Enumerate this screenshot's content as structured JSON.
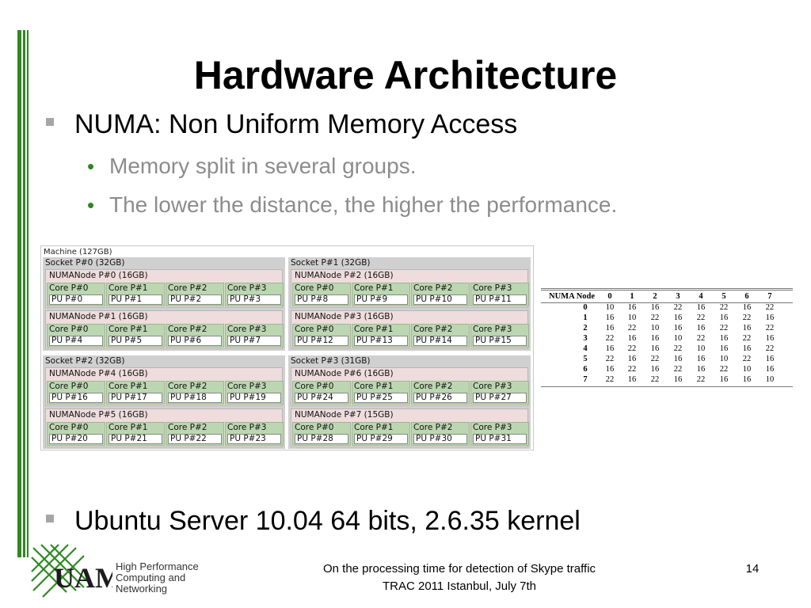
{
  "slide": {
    "title": "Hardware Architecture",
    "bullets": [
      {
        "text": "NUMA: Non Uniform Memory Access",
        "sub": [
          "Memory split in several groups.",
          "The lower the distance, the higher the performance."
        ]
      },
      {
        "text": "Ubuntu Server 10.04 64 bits, 2.6.35 kernel"
      }
    ],
    "accent_color": "#2c8a1f",
    "bullet_marker_color": "#a6a6a6",
    "subbullet_text_color": "#8c8c8c"
  },
  "topology": {
    "machine_label": "Machine (127GB)",
    "sockets": [
      {
        "label": "Socket P#0 (32GB)",
        "numa_nodes": [
          {
            "label": "NUMANode P#0 (16GB)",
            "cores": [
              {
                "core": "Core P#0",
                "pu": "PU P#0"
              },
              {
                "core": "Core P#1",
                "pu": "PU P#1"
              },
              {
                "core": "Core P#2",
                "pu": "PU P#2"
              },
              {
                "core": "Core P#3",
                "pu": "PU P#3"
              }
            ]
          },
          {
            "label": "NUMANode P#1 (16GB)",
            "cores": [
              {
                "core": "Core P#0",
                "pu": "PU P#4"
              },
              {
                "core": "Core P#1",
                "pu": "PU P#5"
              },
              {
                "core": "Core P#2",
                "pu": "PU P#6"
              },
              {
                "core": "Core P#3",
                "pu": "PU P#7"
              }
            ]
          }
        ]
      },
      {
        "label": "Socket P#1 (32GB)",
        "numa_nodes": [
          {
            "label": "NUMANode P#2 (16GB)",
            "cores": [
              {
                "core": "Core P#0",
                "pu": "PU P#8"
              },
              {
                "core": "Core P#1",
                "pu": "PU P#9"
              },
              {
                "core": "Core P#2",
                "pu": "PU P#10"
              },
              {
                "core": "Core P#3",
                "pu": "PU P#11"
              }
            ]
          },
          {
            "label": "NUMANode P#3 (16GB)",
            "cores": [
              {
                "core": "Core P#0",
                "pu": "PU P#12"
              },
              {
                "core": "Core P#1",
                "pu": "PU P#13"
              },
              {
                "core": "Core P#2",
                "pu": "PU P#14"
              },
              {
                "core": "Core P#3",
                "pu": "PU P#15"
              }
            ]
          }
        ]
      },
      {
        "label": "Socket P#2 (32GB)",
        "numa_nodes": [
          {
            "label": "NUMANode P#4 (16GB)",
            "cores": [
              {
                "core": "Core P#0",
                "pu": "PU P#16"
              },
              {
                "core": "Core P#1",
                "pu": "PU P#17"
              },
              {
                "core": "Core P#2",
                "pu": "PU P#18"
              },
              {
                "core": "Core P#3",
                "pu": "PU P#19"
              }
            ]
          },
          {
            "label": "NUMANode P#5 (16GB)",
            "cores": [
              {
                "core": "Core P#0",
                "pu": "PU P#20"
              },
              {
                "core": "Core P#1",
                "pu": "PU P#21"
              },
              {
                "core": "Core P#2",
                "pu": "PU P#22"
              },
              {
                "core": "Core P#3",
                "pu": "PU P#23"
              }
            ]
          }
        ]
      },
      {
        "label": "Socket P#3 (31GB)",
        "numa_nodes": [
          {
            "label": "NUMANode P#6 (16GB)",
            "cores": [
              {
                "core": "Core P#0",
                "pu": "PU P#24"
              },
              {
                "core": "Core P#1",
                "pu": "PU P#25"
              },
              {
                "core": "Core P#2",
                "pu": "PU P#26"
              },
              {
                "core": "Core P#3",
                "pu": "PU P#27"
              }
            ]
          },
          {
            "label": "NUMANode P#7 (15GB)",
            "cores": [
              {
                "core": "Core P#0",
                "pu": "PU P#28"
              },
              {
                "core": "Core P#1",
                "pu": "PU P#29"
              },
              {
                "core": "Core P#2",
                "pu": "PU P#30"
              },
              {
                "core": "Core P#3",
                "pu": "PU P#31"
              }
            ]
          }
        ]
      }
    ],
    "colors": {
      "socket": "#d0d0d0",
      "numa_node": "#efdcdc",
      "core": "#bcd6b2",
      "pu": "#ffffff"
    }
  },
  "distance_table": {
    "corner_header": "NUMA  Node",
    "columns": [
      "0",
      "1",
      "2",
      "3",
      "4",
      "5",
      "6",
      "7"
    ],
    "rows": [
      {
        "label": "0",
        "values": [
          "10",
          "16",
          "16",
          "22",
          "16",
          "22",
          "16",
          "22"
        ]
      },
      {
        "label": "1",
        "values": [
          "16",
          "10",
          "22",
          "16",
          "22",
          "16",
          "22",
          "16"
        ]
      },
      {
        "label": "2",
        "values": [
          "16",
          "22",
          "10",
          "16",
          "16",
          "22",
          "16",
          "22"
        ]
      },
      {
        "label": "3",
        "values": [
          "22",
          "16",
          "16",
          "10",
          "22",
          "16",
          "22",
          "16"
        ]
      },
      {
        "label": "4",
        "values": [
          "16",
          "22",
          "16",
          "22",
          "10",
          "16",
          "16",
          "22"
        ]
      },
      {
        "label": "5",
        "values": [
          "22",
          "16",
          "22",
          "16",
          "16",
          "10",
          "22",
          "16"
        ]
      },
      {
        "label": "6",
        "values": [
          "16",
          "22",
          "16",
          "22",
          "16",
          "22",
          "10",
          "16"
        ]
      },
      {
        "label": "7",
        "values": [
          "22",
          "16",
          "22",
          "16",
          "22",
          "16",
          "16",
          "10"
        ]
      }
    ]
  },
  "footer": {
    "org_lines": [
      "High Performance",
      "Computing and",
      "Networking"
    ],
    "logo_text": "UAM",
    "caption_lines": [
      "On the processing time for detection of Skype traffic",
      "TRAC 2011 Istanbul, July 7th"
    ],
    "page_number": "14"
  }
}
